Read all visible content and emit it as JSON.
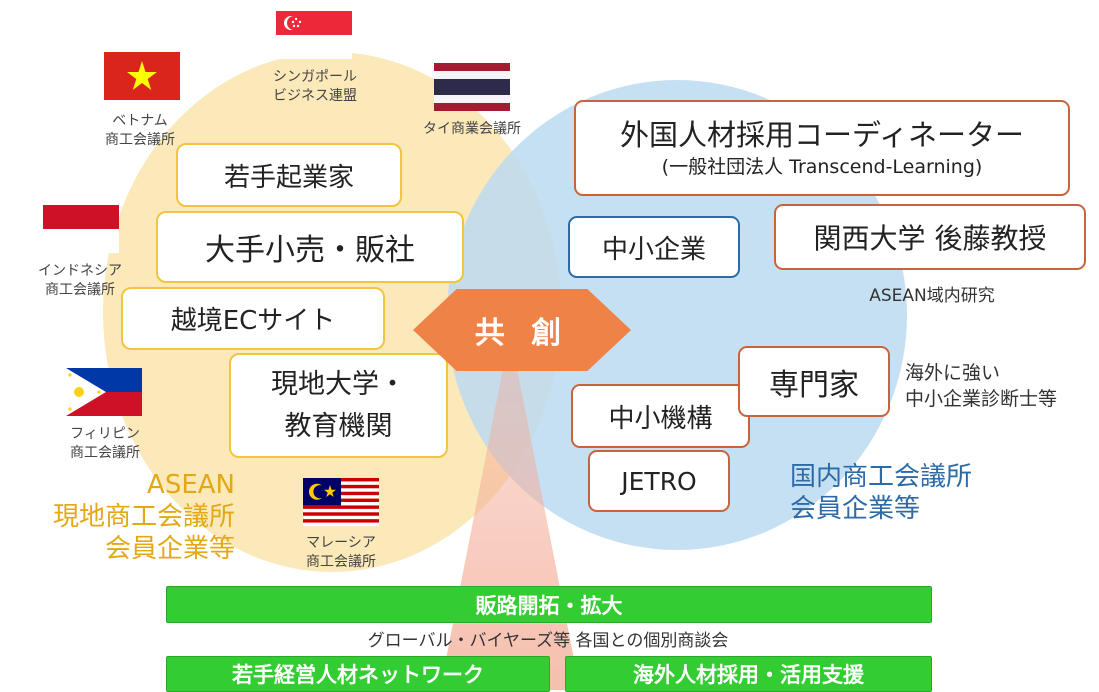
{
  "center_label": "共 創",
  "left_group": {
    "title_lines": [
      "ASEAN",
      "現地商工会議所",
      "会員企業等"
    ],
    "color": "#e3a816",
    "boxes": {
      "young_entrepreneurs": "若手起業家",
      "major_retail": "大手小売・販社",
      "cross_border_ec": "越境ECサイト",
      "local_university_line1": "現地大学・",
      "local_university_line2": "教育機関"
    }
  },
  "right_group": {
    "title_lines": [
      "国内商工会議所",
      "会員企業等"
    ],
    "color": "#2d6aa6",
    "boxes": {
      "foreign_talent_title": "外国人材採用コーディネーター",
      "foreign_talent_sub": "(一般社団法人 Transcend-Learning)",
      "kansai_univ": "関西大学 後藤教授",
      "asean_research": "ASEAN域内研究",
      "sme": "中小企業",
      "expert": "専門家",
      "expert_note_line1": "海外に強い",
      "expert_note_line2": "中小企業診断士等",
      "smrj": "中小機構",
      "jetro": "JETRO"
    }
  },
  "flags": {
    "singapore": {
      "line1": "シンガポール",
      "line2": "ビジネス連盟",
      "icon": "singapore-flag-icon"
    },
    "vietnam": {
      "line1": "ベトナム",
      "line2": "商工会議所",
      "icon": "vietnam-flag-icon"
    },
    "thailand": {
      "line1": "タイ商業会議所",
      "icon": "thailand-flag-icon"
    },
    "indonesia": {
      "line1": "インドネシア",
      "line2": "商工会議所",
      "icon": "indonesia-flag-icon"
    },
    "philippines": {
      "line1": "フィリピン",
      "line2": "商工会議所",
      "icon": "philippines-flag-icon"
    },
    "malaysia": {
      "line1": "マレーシア",
      "line2": "商工会議所",
      "icon": "malaysia-flag-icon"
    }
  },
  "bottom": {
    "sales_bar": "販路開拓・拡大",
    "sales_sub": "グローバル・バイヤーズ等 各国との個別商談会",
    "network_bar": "若手経営人材ネットワーク",
    "hr_bar": "海外人材採用・活用支援",
    "bar_color": "#33cc33"
  },
  "colors": {
    "left_circle": "#fbe7b3",
    "right_circle": "#bcdaf1",
    "center_hexagon": "#ef8247",
    "yellow_border": "#f2c440",
    "orange_border": "#c8643a",
    "blue_border": "#2d6aa6"
  }
}
